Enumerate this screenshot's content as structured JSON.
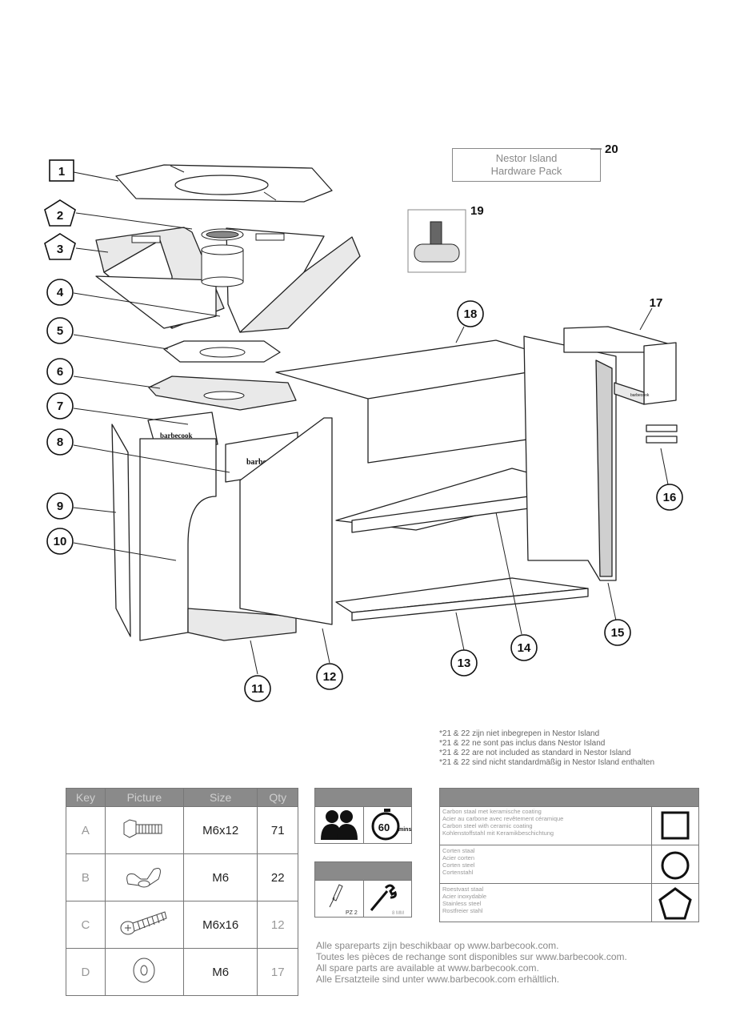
{
  "parts": {
    "callouts": [
      "1",
      "2",
      "3",
      "4",
      "5",
      "6",
      "7",
      "8",
      "9",
      "10",
      "11",
      "12",
      "13",
      "14",
      "15",
      "16",
      "17",
      "18",
      "19",
      "20"
    ],
    "hardware_pack_lines": [
      "Nestor Island",
      "Hardware Pack"
    ],
    "brand_marks": [
      "barbecook",
      "barbecook",
      "barbecook"
    ]
  },
  "notes": [
    "*21 & 22 zijn niet inbegrepen in Nestor Island",
    "*21 & 22 ne sont pas inclus dans Nestor Island",
    "*21 & 22 are not included as standard in Nestor Island",
    "*21 & 22 sind nicht standardmäßig in Nestor Island enthalten"
  ],
  "hardware_table": {
    "headers": [
      "Key",
      "Picture",
      "Size",
      "Qty"
    ],
    "rows": [
      {
        "key": "A",
        "size": "M6x12",
        "qty": "71",
        "picture_icon": "hex-bolt-icon"
      },
      {
        "key": "B",
        "size": "M6",
        "qty": "22",
        "picture_icon": "wing-nut-icon"
      },
      {
        "key": "C",
        "size": "M6x16",
        "qty": "12",
        "picture_icon": "phillips-screw-icon"
      },
      {
        "key": "D",
        "size": "M6",
        "qty": "17",
        "picture_icon": "washer-icon"
      }
    ]
  },
  "assembly_info": {
    "people_icon": "two-people-icon",
    "time_label": "60",
    "time_unit": "mins"
  },
  "tools": {
    "screwdriver_label": "PZ 2",
    "wrench_label": "8 MM"
  },
  "materials": [
    {
      "lines": [
        "Carbon staal met keramische coating",
        "Acier au carbone avec revêtement céramique",
        "Carbon steel with ceramic coating",
        "Kohlenstoffstahl mit Keramikbeschichtung"
      ],
      "symbol": "square-icon"
    },
    {
      "lines": [
        "Corten staal",
        "Acier corten",
        "Corten steel",
        "Cortenstahl"
      ],
      "symbol": "circle-icon"
    },
    {
      "lines": [
        "Roestvast staal",
        "Acier inoxydable",
        "Stainless steel",
        "Rostfreier stahl"
      ],
      "symbol": "pentagon-icon"
    }
  ],
  "spares": [
    "Alle spareparts zijn beschikbaar op www.barbecook.com.",
    "Toutes les pièces de rechange sont disponibles sur www.barbecook.com.",
    "All spare parts are available at www.barbecook.com.",
    "Alle Ersatzteile sind unter www.barbecook.com erhältlich."
  ],
  "colors": {
    "header_gray": "#8a8a8a",
    "line": "#222222",
    "light_text": "#999999"
  }
}
